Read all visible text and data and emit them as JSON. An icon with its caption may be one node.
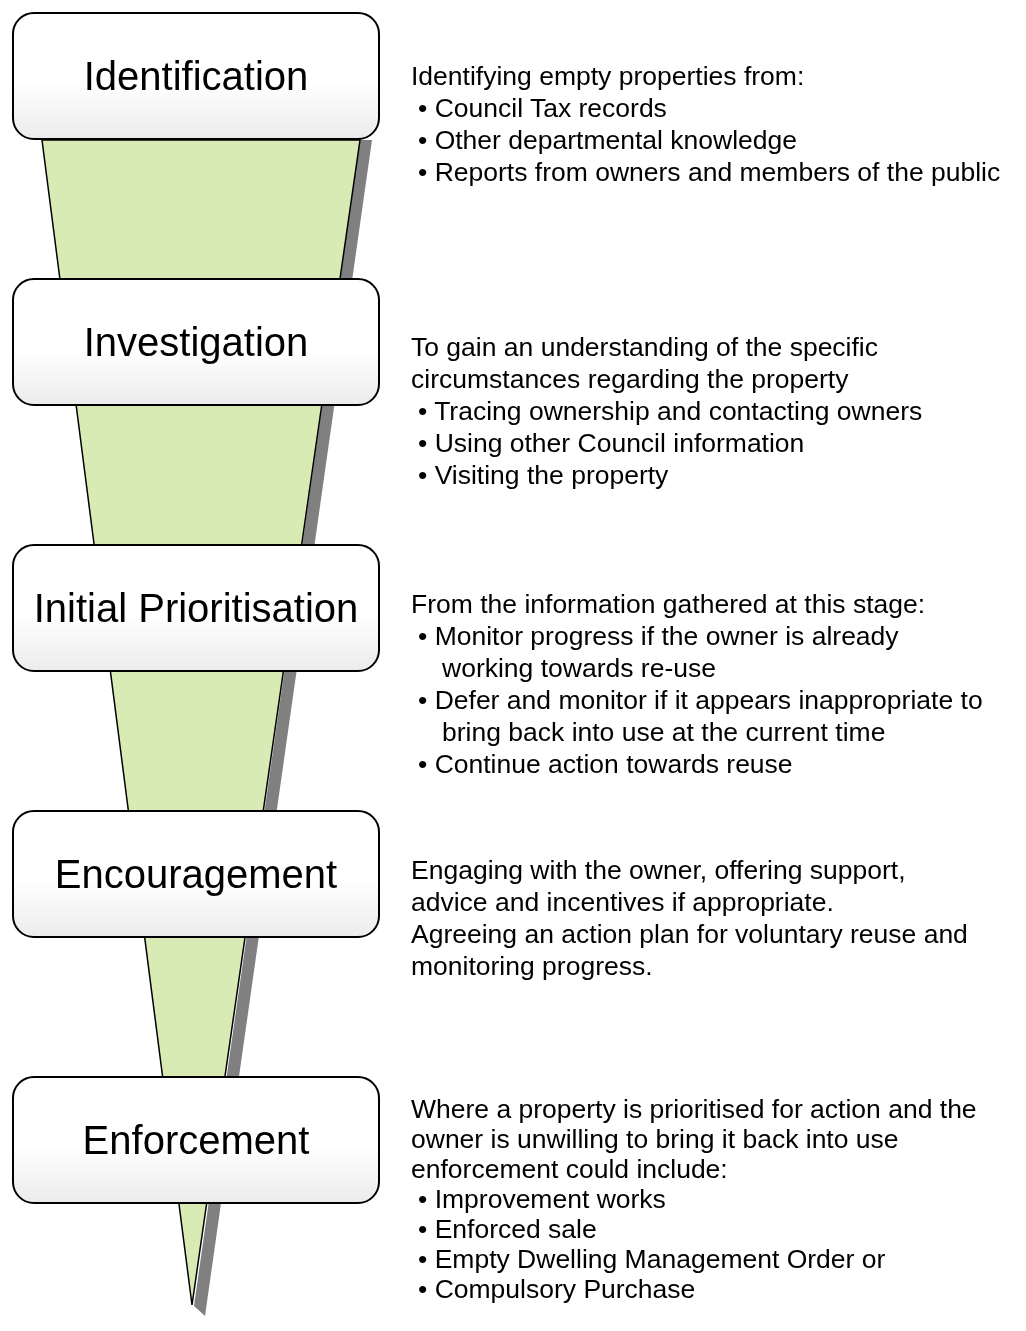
{
  "diagram": {
    "nodes": [
      {
        "text": [
          "Identification"
        ],
        "beside": [
          "Identifying empty properties from:",
          "• Council Tax records",
          "• Other departmental knowledge",
          "• Reports from owners and members of the public"
        ]
      },
      {
        "text": [
          "Investigation"
        ],
        "beside": [
          "To gain an understanding of the specific circumstances regarding the property",
          "• Tracing ownership and contacting owners",
          "• Using other Council information",
          "• Visiting the property"
        ]
      },
      {
        "text": [
          "Initial Prioritisation"
        ],
        "beside": [
          "From the information gathered at this stage:",
          "• Monitor progress if the owner is already working towards re-use",
          "• Defer and monitor if it appears inappropriate to bring back into use at the current time",
          "• Continue action towards reuse"
        ]
      },
      {
        "text": [
          "Encouragement"
        ],
        "beside": [
          "Engaging with the owner, offering support, advice and incentives if appropriate.",
          "Agreeing an action plan for voluntary reuse and monitoring progress."
        ]
      },
      {
        "text": [
          "Enforcement"
        ],
        "beside": [
          "Where a property is prioritised for action and the owner is unwilling to bring it back into use enforcement could include:",
          "• Improvement works",
          "• Enforced sale",
          "• Empty Dwelling Management Order or",
          "• Compulsory Purchase"
        ]
      }
    ],
    "edges": []
  }
}
